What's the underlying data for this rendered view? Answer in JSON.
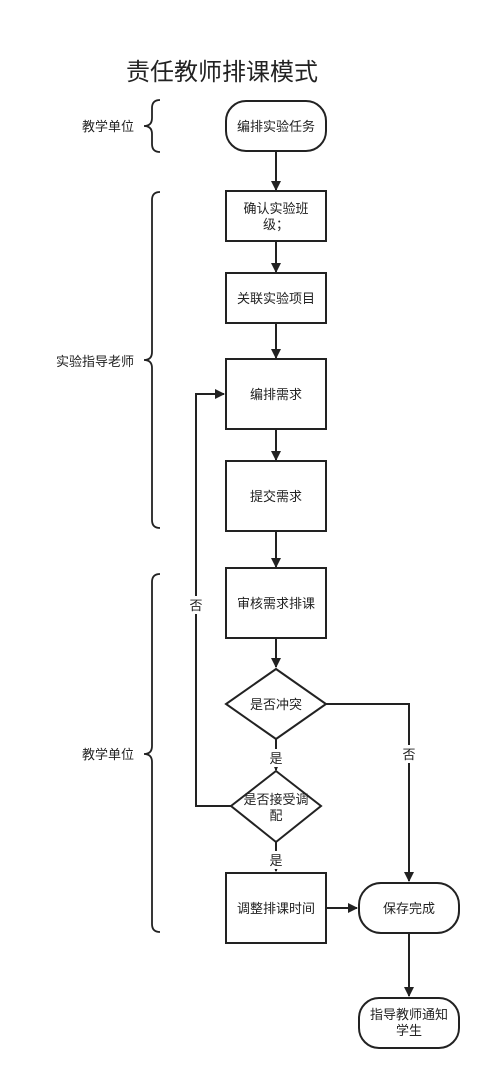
{
  "title": "责任教师排课模式",
  "lanes": {
    "top": "教学单位",
    "middle": "实验指导老师",
    "bottom": "教学单位"
  },
  "nodes": {
    "start": "编排实验任务",
    "confirm_line1": "确认实验班",
    "confirm_line2": "级；",
    "link_project": "关联实验项目",
    "edit_demand": "编排需求",
    "submit_demand": "提交需求",
    "review": "审核需求排课",
    "conflict": "是否冲突",
    "accept_line1": "是否接受调",
    "accept_line2": "配",
    "adjust": "调整排课时间",
    "save": "保存完成",
    "notify_line1": "指导教师通知",
    "notify_line2": "学生"
  },
  "edge_labels": {
    "loop_no": "否",
    "conflict_yes": "是",
    "conflict_no": "否",
    "accept_yes": "是"
  }
}
